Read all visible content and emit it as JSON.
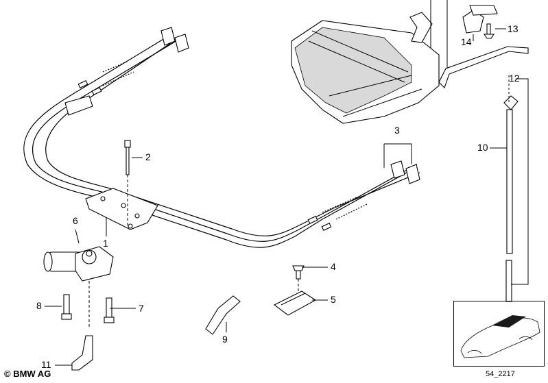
{
  "callouts": {
    "c1": "1",
    "c2": "2",
    "c3": "3",
    "c4": "4",
    "c5": "5",
    "c6": "6",
    "c7": "7",
    "c8": "8",
    "c9": "9",
    "c10": "10",
    "c11": "11",
    "c12": "12",
    "c13": "13",
    "c14": "14"
  },
  "footer": {
    "copyright": "© BMW AG",
    "reference": "54_2217"
  }
}
